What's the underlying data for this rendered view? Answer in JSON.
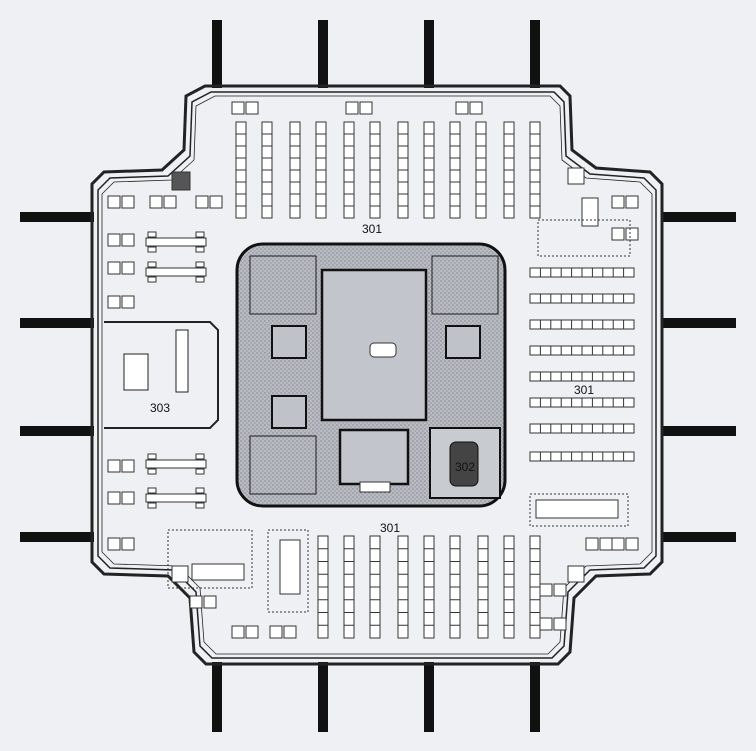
{
  "plan": {
    "room_labels": {
      "north_stacks": "301",
      "east_stacks": "301",
      "south_stacks": "301",
      "core_room": "302",
      "west_room": "303"
    }
  }
}
